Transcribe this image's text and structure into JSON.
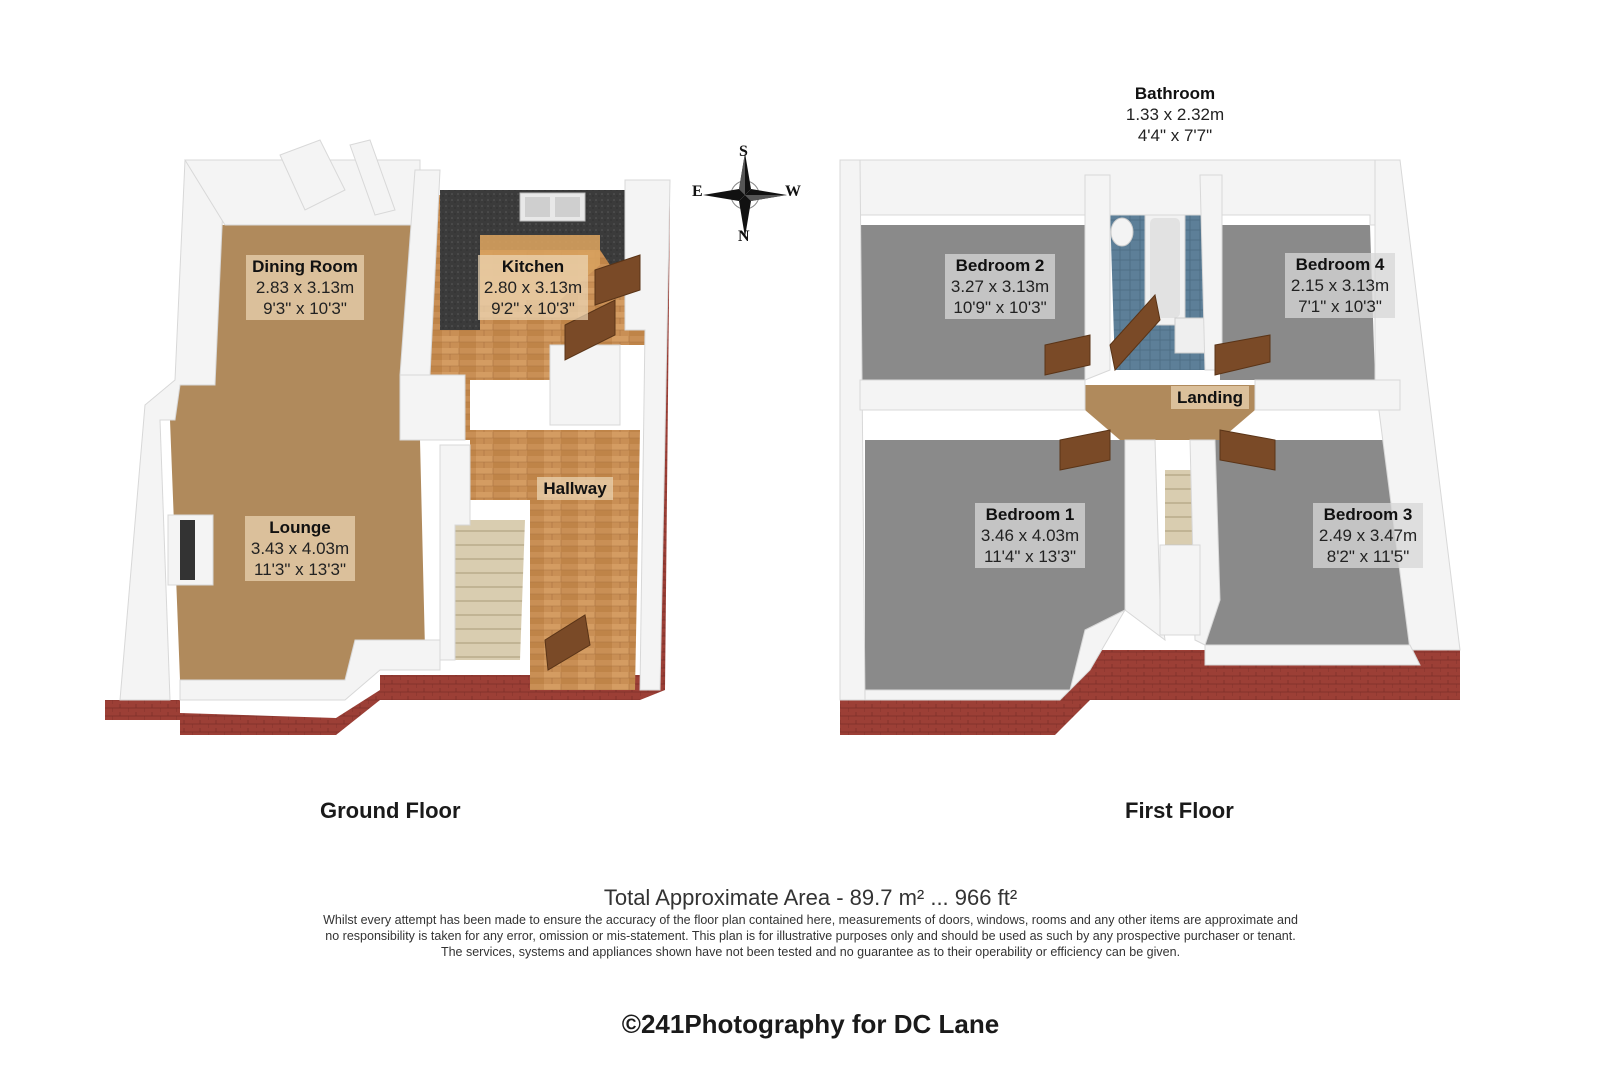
{
  "floors": {
    "ground": {
      "title": "Ground Floor",
      "rooms": {
        "dining": {
          "name": "Dining Room",
          "metric": "2.83 x 3.13m",
          "imperial": "9'3\" x 10'3\""
        },
        "kitchen": {
          "name": "Kitchen",
          "metric": "2.80 x 3.13m",
          "imperial": "9'2\" x 10'3\""
        },
        "lounge": {
          "name": "Lounge",
          "metric": "3.43 x 4.03m",
          "imperial": "11'3\" x 13'3\""
        },
        "hallway": {
          "name": "Hallway"
        }
      }
    },
    "first": {
      "title": "First Floor",
      "rooms": {
        "bathroom": {
          "name": "Bathroom",
          "metric": "1.33 x 2.32m",
          "imperial": "4'4\" x 7'7\""
        },
        "bedroom2": {
          "name": "Bedroom 2",
          "metric": "3.27 x 3.13m",
          "imperial": "10'9\" x 10'3\""
        },
        "bedroom4": {
          "name": "Bedroom 4",
          "metric": "2.15 x 3.13m",
          "imperial": "7'1\" x 10'3\""
        },
        "landing": {
          "name": "Landing"
        },
        "bedroom1": {
          "name": "Bedroom 1",
          "metric": "3.46 x 4.03m",
          "imperial": "11'4\" x 13'3\""
        },
        "bedroom3": {
          "name": "Bedroom 3",
          "metric": "2.49 x 3.47m",
          "imperial": "8'2\" x 11'5\""
        }
      }
    }
  },
  "compass": {
    "top": "S",
    "left": "E",
    "right": "W",
    "bottom": "N"
  },
  "total_area": "Total Approximate Area - 89.7 m² ... 966 ft²",
  "disclaimer": {
    "line1": "Whilst every attempt has been made to ensure the accuracy of the floor plan contained here, measurements of doors, windows, rooms and any other items are approximate and",
    "line2": "no responsibility is taken for any error, omission or mis-statement.  This plan is for illustrative purposes only and should be used as such by any prospective purchaser or tenant.",
    "line3": "The services, systems and appliances shown have not been tested and no guarantee as to their operability or efficiency can be given."
  },
  "credit": "©241Photography for DC Lane",
  "colors": {
    "carpet": "#b08a5c",
    "wood": "#c98f55",
    "grey_carpet": "#8a8a8a",
    "brick": "#9c3f36",
    "worktop": "#3a3a3a",
    "wall": "#f4f4f4"
  }
}
